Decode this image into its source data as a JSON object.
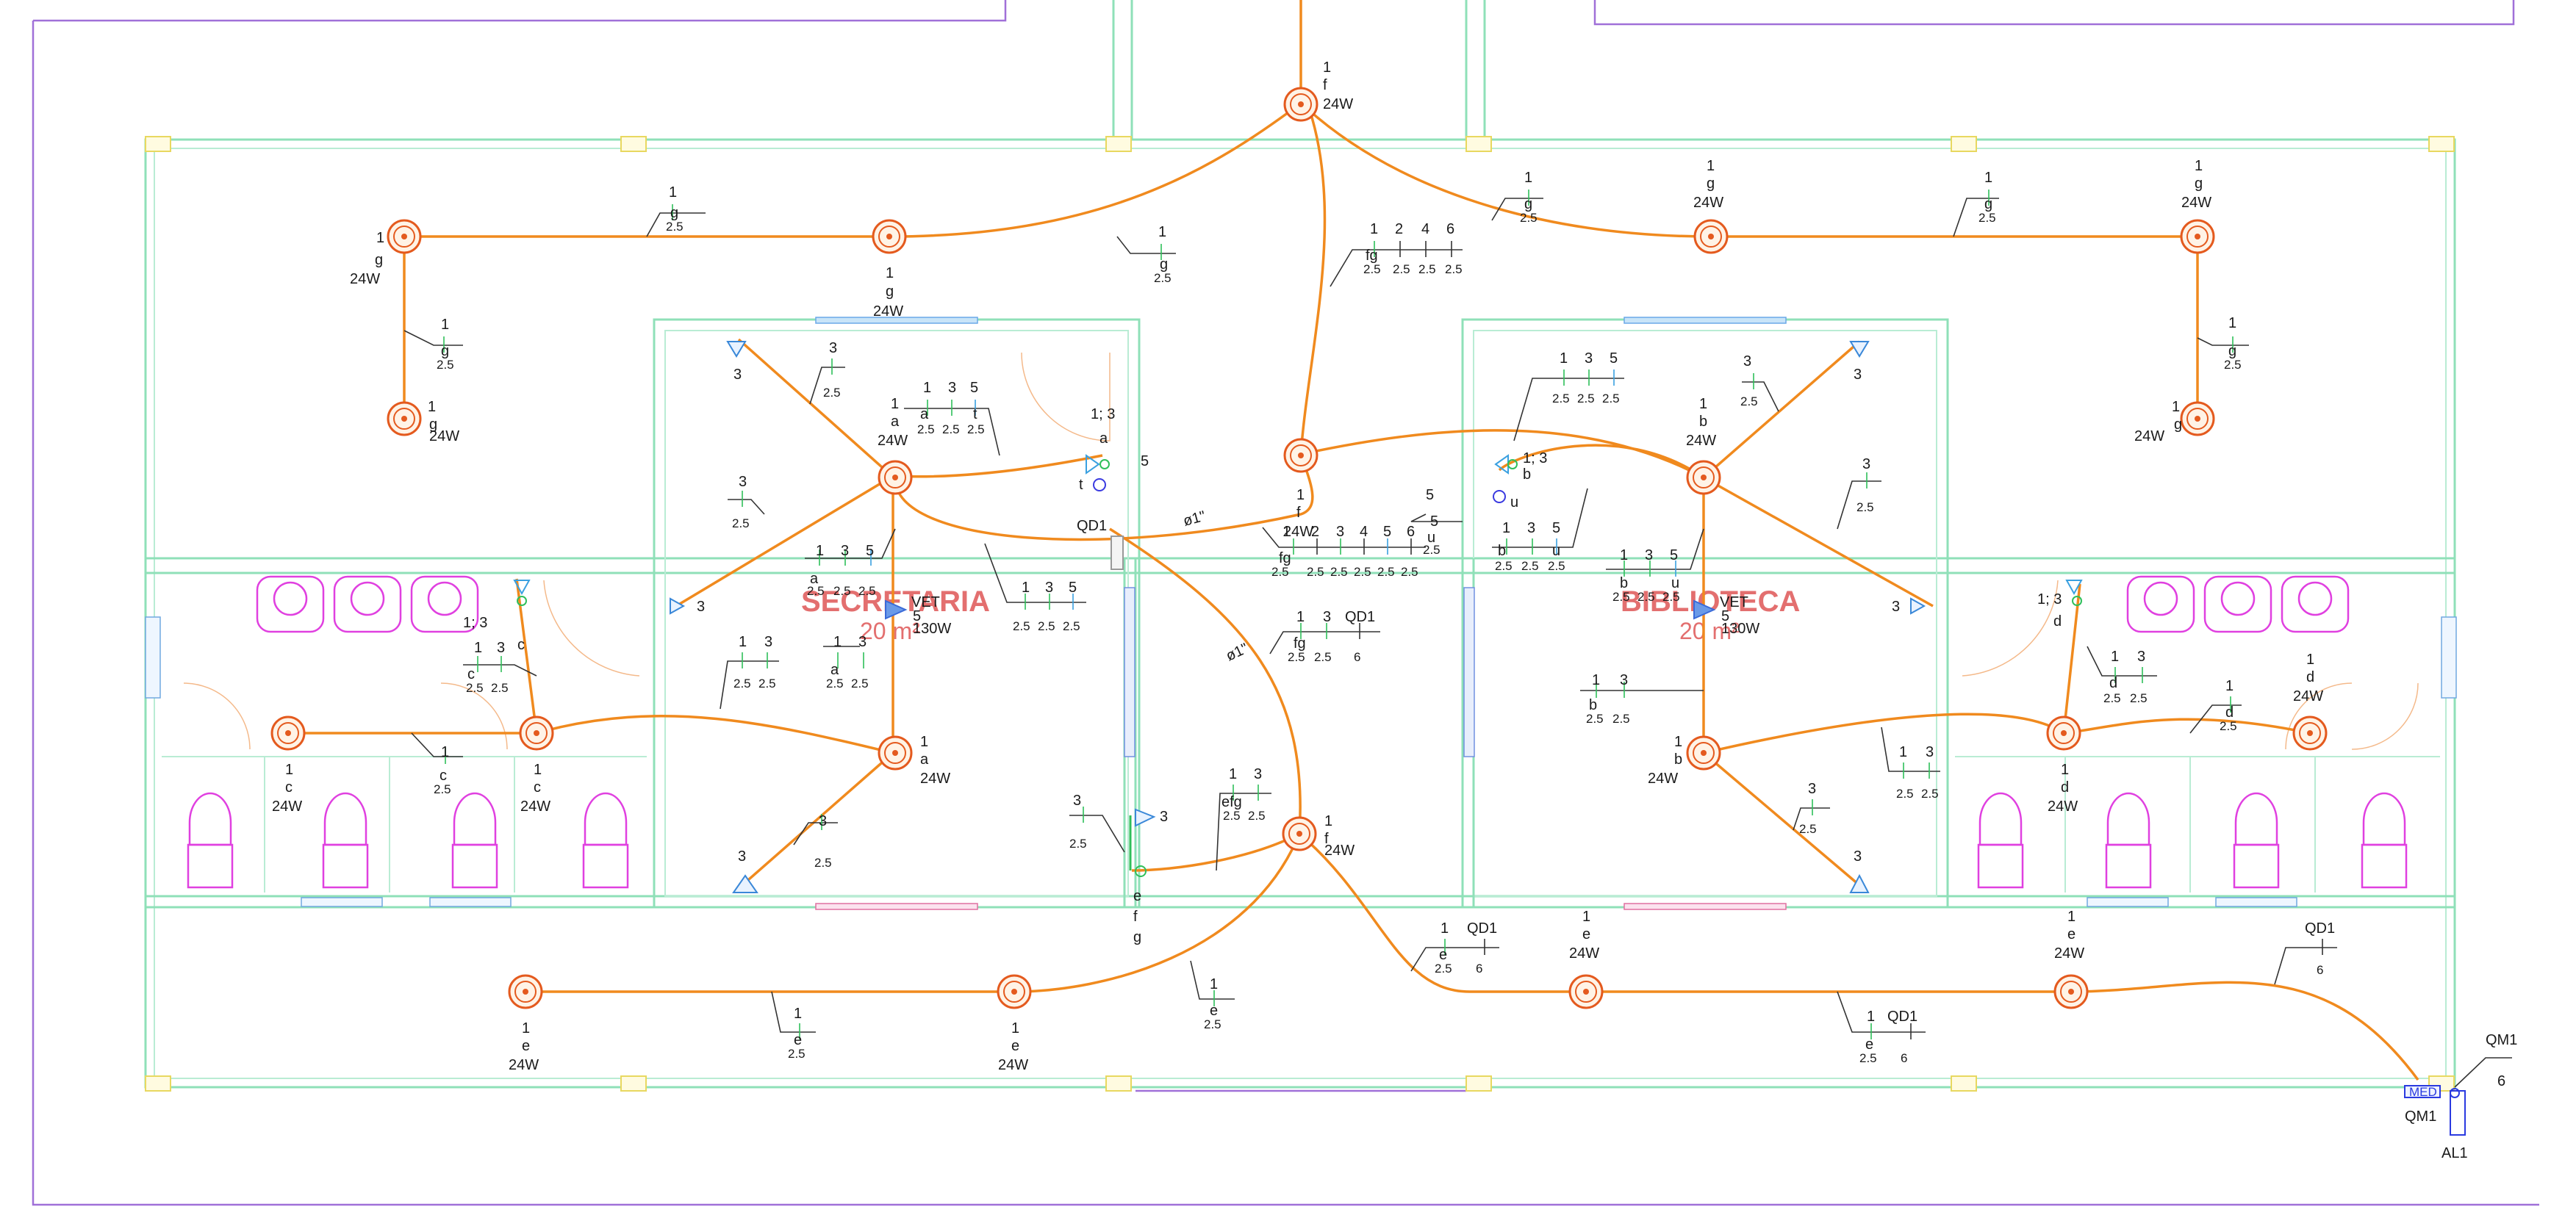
{
  "rooms": {
    "left_name": "SECRETARIA",
    "left_area": "20 m²",
    "right_name": "BIBLIOTECA",
    "right_area": "20 m²"
  },
  "panels": {
    "qd1": "QD1",
    "qm1": "QM1",
    "al1": "AL1",
    "med": "MED",
    "qm1_circuit": "6"
  },
  "conduits": {
    "phi1": "ø1\"",
    "phi1b": "ø1\""
  },
  "vent_left": {
    "label": "VET",
    "circuit": "5",
    "power": "130W"
  },
  "vent_right": {
    "label": "VET",
    "circuit": "5",
    "power": "130W"
  },
  "colors": {
    "wire": "#f08a1e",
    "walls": "#8fe0b8",
    "border": "#a070d8",
    "fixtures": "#e040e0",
    "room_text": "#e06060"
  },
  "lamps": [
    {
      "id": "f-top",
      "circuit": "1",
      "cmd": "f",
      "power": "24W"
    },
    {
      "id": "g-left",
      "circuit": "1",
      "cmd": "g",
      "power": "24W"
    },
    {
      "id": "g-mid",
      "circuit": "1",
      "cmd": "g",
      "power": "24W"
    },
    {
      "id": "g-bottom-left",
      "circuit": "1",
      "cmd": "g",
      "power": "24W"
    },
    {
      "id": "g-right-mid",
      "circuit": "1",
      "cmd": "g",
      "power": "24W"
    },
    {
      "id": "g-right",
      "circuit": "1",
      "cmd": "g",
      "power": "24W"
    },
    {
      "id": "g-bottom-right",
      "circuit": "1",
      "cmd": "g",
      "power": "24W"
    },
    {
      "id": "a-top",
      "circuit": "1",
      "cmd": "a",
      "power": "24W"
    },
    {
      "id": "a-bottom",
      "circuit": "1",
      "cmd": "a",
      "power": "24W"
    },
    {
      "id": "f-center",
      "circuit": "1",
      "cmd": "f",
      "power": "24W"
    },
    {
      "id": "b-top",
      "circuit": "1",
      "cmd": "b",
      "power": "24W"
    },
    {
      "id": "b-bottom",
      "circuit": "1",
      "cmd": "b",
      "power": "24W"
    },
    {
      "id": "c-left",
      "circuit": "1",
      "cmd": "c",
      "power": "24W"
    },
    {
      "id": "c-right",
      "circuit": "1",
      "cmd": "c",
      "power": "24W"
    },
    {
      "id": "d-left",
      "circuit": "1",
      "cmd": "d",
      "power": "24W"
    },
    {
      "id": "d-right",
      "circuit": "1",
      "cmd": "d",
      "power": "24W"
    },
    {
      "id": "f-lower",
      "circuit": "1",
      "cmd": "f",
      "power": "24W"
    },
    {
      "id": "e-left",
      "circuit": "1",
      "cmd": "e",
      "power": "24W"
    },
    {
      "id": "e-mid",
      "circuit": "1",
      "cmd": "e",
      "power": "24W"
    },
    {
      "id": "e-rmid",
      "circuit": "1",
      "cmd": "e",
      "power": "24W"
    },
    {
      "id": "e-right",
      "circuit": "1",
      "cmd": "e",
      "power": "24W"
    }
  ],
  "switches": {
    "a": "1; 3",
    "a_cmd": "a",
    "t_cmd": "t",
    "t_circuit": "5",
    "b": "1; 3",
    "b_cmd": "b",
    "u_cmd": "u",
    "u_circuit": "5",
    "c": "1; 3",
    "c_cmd": "c",
    "d": "1; 3",
    "d_cmd": "d",
    "efg_e": "e",
    "efg_f": "f",
    "efg_g": "g"
  },
  "outlets": {
    "circuit": "3"
  },
  "annot": {
    "one": "1",
    "three": "3",
    "five": "5",
    "two": "2",
    "four": "4",
    "six": "6",
    "g": "g",
    "fg": "fg",
    "a": "a",
    "t": "t",
    "b": "b",
    "u": "u",
    "c": "c",
    "d": "d",
    "e": "e",
    "efg": "efg",
    "gauge": "2.5",
    "qd1": "QD1"
  }
}
